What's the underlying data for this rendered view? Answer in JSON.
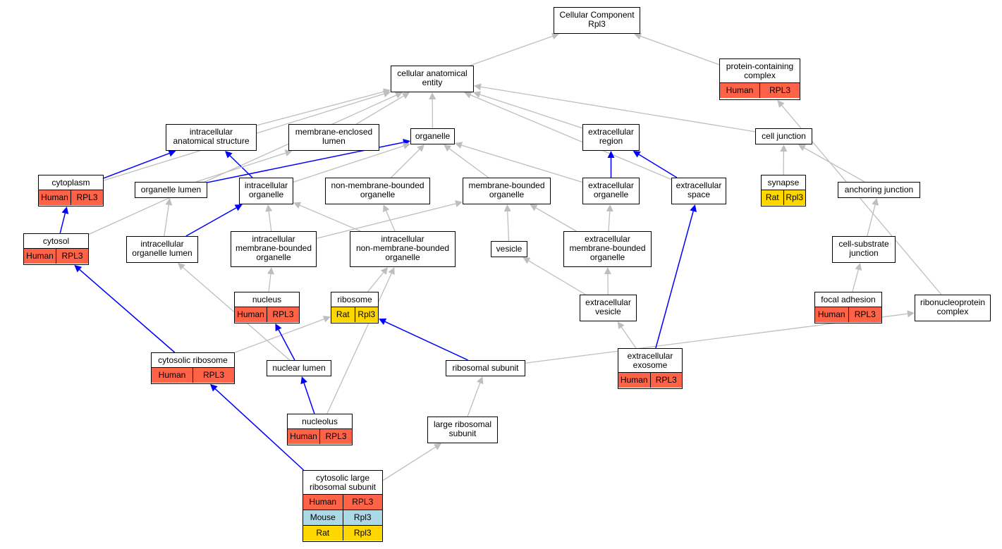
{
  "colors": {
    "human": "#ff6347",
    "mouse": "#add8e6",
    "rat": "#ffd700",
    "edge_gray": "#bebebe",
    "edge_blue": "#0000ff"
  },
  "nodes": {
    "root": {
      "lines": [
        "Cellular Component",
        "Rpl3"
      ]
    },
    "cae": {
      "lines": [
        "cellular anatomical",
        "entity"
      ]
    },
    "pcc": {
      "lines": [
        "protein-containing",
        "complex"
      ],
      "rows": [
        {
          "org": "Human",
          "gene": "RPL3",
          "color": "human"
        }
      ]
    },
    "ias": {
      "lines": [
        "intracellular",
        "anatomical structure"
      ]
    },
    "mel": {
      "lines": [
        "membrane-enclosed",
        "lumen"
      ]
    },
    "org": {
      "lines": [
        "organelle"
      ]
    },
    "exreg": {
      "lines": [
        "extracellular",
        "region"
      ]
    },
    "celljunc": {
      "lines": [
        "cell junction"
      ]
    },
    "cyto": {
      "lines": [
        "cytoplasm"
      ],
      "rows": [
        {
          "org": "Human",
          "gene": "RPL3",
          "color": "human"
        }
      ]
    },
    "orglum": {
      "lines": [
        "organelle lumen"
      ]
    },
    "icorg": {
      "lines": [
        "intracellular",
        "organelle"
      ]
    },
    "nmbo": {
      "lines": [
        "non-membrane-bounded",
        "organelle"
      ]
    },
    "mbo": {
      "lines": [
        "membrane-bounded",
        "organelle"
      ]
    },
    "exorg": {
      "lines": [
        "extracellular",
        "organelle"
      ]
    },
    "exspace": {
      "lines": [
        "extracellular",
        "space"
      ]
    },
    "synapse": {
      "lines": [
        "synapse"
      ],
      "rows": [
        {
          "org": "Rat",
          "gene": "Rpl3",
          "color": "rat"
        }
      ]
    },
    "anchor": {
      "lines": [
        "anchoring junction"
      ]
    },
    "cytosol": {
      "lines": [
        "cytosol"
      ],
      "rows": [
        {
          "org": "Human",
          "gene": "RPL3",
          "color": "human"
        }
      ]
    },
    "icol": {
      "lines": [
        "intracellular",
        "organelle lumen"
      ]
    },
    "icmbo": {
      "lines": [
        "intracellular",
        "membrane-bounded",
        "organelle"
      ]
    },
    "icnmbo": {
      "lines": [
        "intracellular",
        "non-membrane-bounded",
        "organelle"
      ]
    },
    "vesicle": {
      "lines": [
        "vesicle"
      ]
    },
    "exmbo": {
      "lines": [
        "extracellular",
        "membrane-bounded",
        "organelle"
      ]
    },
    "csj": {
      "lines": [
        "cell-substrate",
        "junction"
      ]
    },
    "nucleus": {
      "lines": [
        "nucleus"
      ],
      "rows": [
        {
          "org": "Human",
          "gene": "RPL3",
          "color": "human"
        }
      ]
    },
    "ribosome": {
      "lines": [
        "ribosome"
      ],
      "rows": [
        {
          "org": "Rat",
          "gene": "Rpl3",
          "color": "rat"
        }
      ]
    },
    "exves": {
      "lines": [
        "extracellular",
        "vesicle"
      ]
    },
    "focal": {
      "lines": [
        "focal adhesion"
      ],
      "rows": [
        {
          "org": "Human",
          "gene": "RPL3",
          "color": "human"
        }
      ]
    },
    "rnp": {
      "lines": [
        "ribonucleoprotein",
        "complex"
      ]
    },
    "cytrib": {
      "lines": [
        "cytosolic ribosome"
      ],
      "rows": [
        {
          "org": "Human",
          "gene": "RPL3",
          "color": "human"
        }
      ]
    },
    "nuclum": {
      "lines": [
        "nuclear lumen"
      ]
    },
    "ribsub": {
      "lines": [
        "ribosomal subunit"
      ]
    },
    "exo": {
      "lines": [
        "extracellular",
        "exosome"
      ],
      "rows": [
        {
          "org": "Human",
          "gene": "RPL3",
          "color": "human"
        }
      ]
    },
    "nucleolus": {
      "lines": [
        "nucleolus"
      ],
      "rows": [
        {
          "org": "Human",
          "gene": "RPL3",
          "color": "human"
        }
      ]
    },
    "lrs": {
      "lines": [
        "large ribosomal",
        "subunit"
      ]
    },
    "clrs": {
      "lines": [
        "cytosolic large",
        "ribosomal subunit"
      ],
      "rows": [
        {
          "org": "Human",
          "gene": "RPL3",
          "color": "human"
        },
        {
          "org": "Mouse",
          "gene": "Rpl3",
          "color": "mouse"
        },
        {
          "org": "Rat",
          "gene": "Rpl3",
          "color": "rat"
        }
      ]
    }
  },
  "edges": [
    {
      "from": "cae",
      "to": "root",
      "color": "gray"
    },
    {
      "from": "pcc",
      "to": "root",
      "color": "gray"
    },
    {
      "from": "ias",
      "to": "cae",
      "color": "gray"
    },
    {
      "from": "mel",
      "to": "cae",
      "color": "gray"
    },
    {
      "from": "org",
      "to": "cae",
      "color": "gray"
    },
    {
      "from": "exreg",
      "to": "cae",
      "color": "gray"
    },
    {
      "from": "celljunc",
      "to": "cae",
      "color": "gray"
    },
    {
      "from": "cyto",
      "to": "cae",
      "color": "gray"
    },
    {
      "from": "cytosol",
      "to": "cae",
      "color": "gray"
    },
    {
      "from": "exspace",
      "to": "cae",
      "color": "gray"
    },
    {
      "from": "cyto",
      "to": "ias",
      "color": "blue"
    },
    {
      "from": "icorg",
      "to": "ias",
      "color": "blue"
    },
    {
      "from": "orglum",
      "to": "mel",
      "color": "gray"
    },
    {
      "from": "orglum",
      "to": "org",
      "color": "blue"
    },
    {
      "from": "icorg",
      "to": "org",
      "color": "gray"
    },
    {
      "from": "nmbo",
      "to": "org",
      "color": "gray"
    },
    {
      "from": "mbo",
      "to": "org",
      "color": "gray"
    },
    {
      "from": "exorg",
      "to": "org",
      "color": "gray"
    },
    {
      "from": "exorg",
      "to": "exreg",
      "color": "blue"
    },
    {
      "from": "exspace",
      "to": "exreg",
      "color": "blue"
    },
    {
      "from": "synapse",
      "to": "celljunc",
      "color": "gray"
    },
    {
      "from": "anchor",
      "to": "celljunc",
      "color": "gray"
    },
    {
      "from": "cytosol",
      "to": "cyto",
      "color": "blue"
    },
    {
      "from": "icol",
      "to": "orglum",
      "color": "gray"
    },
    {
      "from": "icol",
      "to": "icorg",
      "color": "blue"
    },
    {
      "from": "icmbo",
      "to": "icorg",
      "color": "gray"
    },
    {
      "from": "icnmbo",
      "to": "icorg",
      "color": "gray"
    },
    {
      "from": "icmbo",
      "to": "mbo",
      "color": "gray"
    },
    {
      "from": "icnmbo",
      "to": "nmbo",
      "color": "gray"
    },
    {
      "from": "vesicle",
      "to": "mbo",
      "color": "gray"
    },
    {
      "from": "exmbo",
      "to": "mbo",
      "color": "gray"
    },
    {
      "from": "exmbo",
      "to": "exorg",
      "color": "gray"
    },
    {
      "from": "csj",
      "to": "anchor",
      "color": "gray"
    },
    {
      "from": "nucleus",
      "to": "icmbo",
      "color": "gray"
    },
    {
      "from": "ribosome",
      "to": "icnmbo",
      "color": "gray"
    },
    {
      "from": "nucleolus",
      "to": "icnmbo",
      "color": "gray"
    },
    {
      "from": "exves",
      "to": "vesicle",
      "color": "gray"
    },
    {
      "from": "exves",
      "to": "exmbo",
      "color": "gray"
    },
    {
      "from": "focal",
      "to": "csj",
      "color": "gray"
    },
    {
      "from": "rnp",
      "to": "pcc",
      "color": "gray"
    },
    {
      "from": "cytrib",
      "to": "cytosol",
      "color": "blue"
    },
    {
      "from": "cytrib",
      "to": "ribosome",
      "color": "gray"
    },
    {
      "from": "nuclum",
      "to": "nucleus",
      "color": "blue"
    },
    {
      "from": "nuclum",
      "to": "icol",
      "color": "gray"
    },
    {
      "from": "ribsub",
      "to": "ribosome",
      "color": "blue"
    },
    {
      "from": "ribsub",
      "to": "rnp",
      "color": "gray"
    },
    {
      "from": "exo",
      "to": "exves",
      "color": "gray"
    },
    {
      "from": "exo",
      "to": "exspace",
      "color": "blue"
    },
    {
      "from": "nucleolus",
      "to": "nuclum",
      "color": "blue"
    },
    {
      "from": "lrs",
      "to": "ribsub",
      "color": "gray"
    },
    {
      "from": "clrs",
      "to": "cytrib",
      "color": "blue"
    },
    {
      "from": "clrs",
      "to": "lrs",
      "color": "gray"
    }
  ]
}
